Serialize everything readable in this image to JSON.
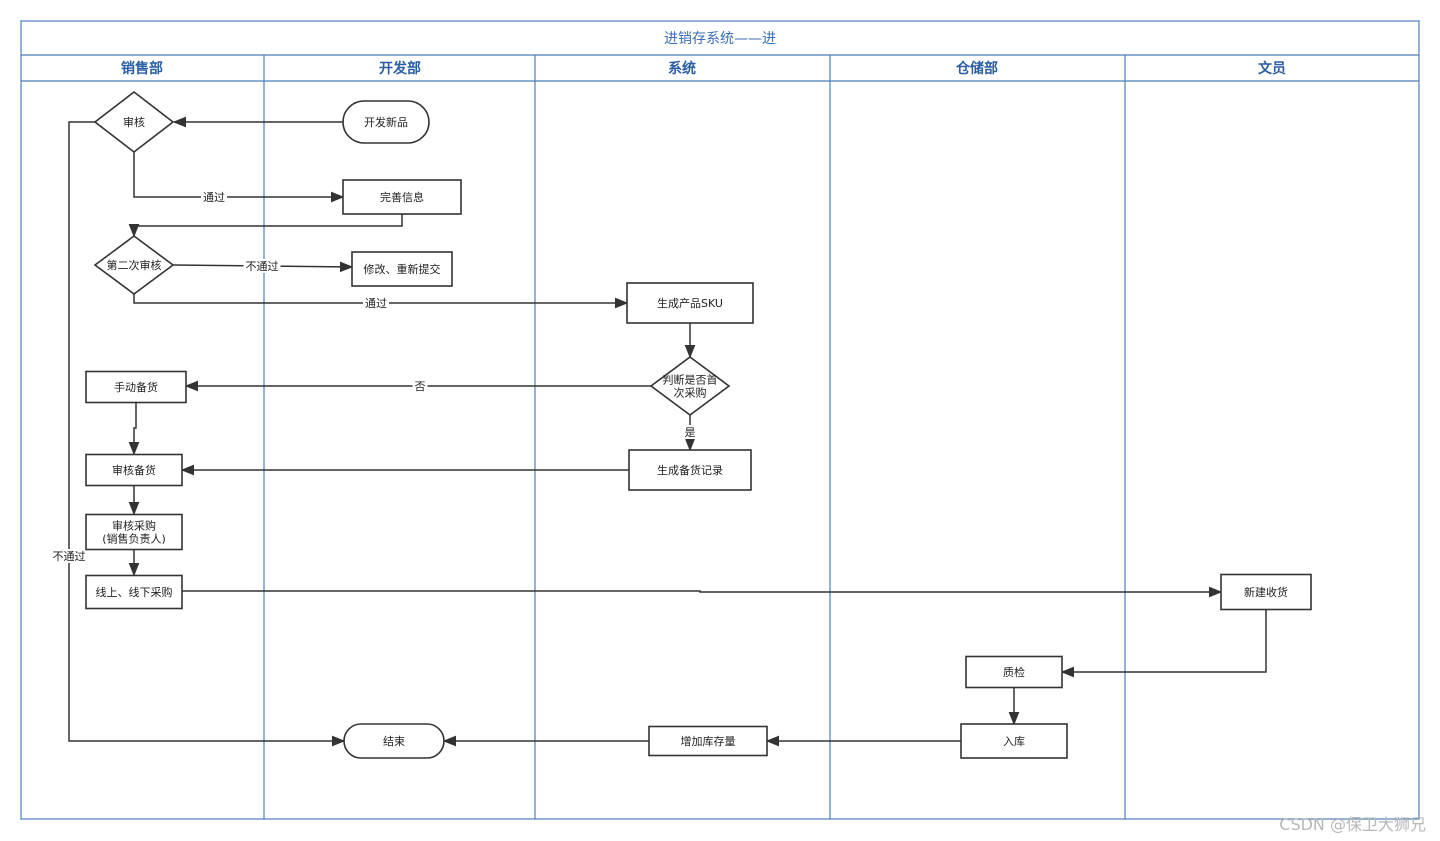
{
  "title": "进销存系统——进",
  "lanes": [
    {
      "id": "sales",
      "label": "销售部"
    },
    {
      "id": "dev",
      "label": "开发部"
    },
    {
      "id": "system",
      "label": "系统"
    },
    {
      "id": "warehouse",
      "label": "仓储部"
    },
    {
      "id": "clerk",
      "label": "文员"
    }
  ],
  "nodes": {
    "new_product": {
      "shape": "terminal",
      "lines": [
        "开发新品"
      ]
    },
    "review": {
      "shape": "decision",
      "lines": [
        "审核"
      ]
    },
    "complete_info": {
      "shape": "process",
      "lines": [
        "完善信息"
      ]
    },
    "second_review": {
      "shape": "decision",
      "lines": [
        "第二次审核"
      ]
    },
    "modify_resubmit": {
      "shape": "process",
      "lines": [
        "修改、重新提交"
      ]
    },
    "gen_sku": {
      "shape": "process",
      "lines": [
        "生成产品SKU"
      ]
    },
    "first_purchase": {
      "shape": "decision",
      "lines": [
        "判断是否首",
        "次采购"
      ]
    },
    "manual_stock": {
      "shape": "process",
      "lines": [
        "手动备货"
      ]
    },
    "gen_stock_record": {
      "shape": "process",
      "lines": [
        "生成备货记录"
      ]
    },
    "review_stock": {
      "shape": "process",
      "lines": [
        "审核备货"
      ]
    },
    "review_purchase": {
      "shape": "process",
      "lines": [
        "审核采购",
        "(销售负责人)"
      ]
    },
    "purchase": {
      "shape": "process",
      "lines": [
        "线上、线下采购"
      ]
    },
    "new_receipt": {
      "shape": "process",
      "lines": [
        "新建收货"
      ]
    },
    "qc": {
      "shape": "process",
      "lines": [
        "质检"
      ]
    },
    "inbound": {
      "shape": "process",
      "lines": [
        "入库"
      ]
    },
    "increase_stock": {
      "shape": "process",
      "lines": [
        "增加库存量"
      ]
    },
    "end": {
      "shape": "terminal",
      "lines": [
        "结束"
      ]
    }
  },
  "edges": [
    {
      "from": "new_product",
      "to": "review",
      "label": ""
    },
    {
      "from": "review",
      "to": "complete_info",
      "label": "通过"
    },
    {
      "from": "complete_info",
      "to": "second_review",
      "label": ""
    },
    {
      "from": "second_review",
      "to": "modify_resubmit",
      "label": "不通过"
    },
    {
      "from": "second_review",
      "to": "gen_sku",
      "label": "通过"
    },
    {
      "from": "gen_sku",
      "to": "first_purchase",
      "label": ""
    },
    {
      "from": "first_purchase",
      "to": "manual_stock",
      "label": "否"
    },
    {
      "from": "first_purchase",
      "to": "gen_stock_record",
      "label": "是"
    },
    {
      "from": "manual_stock",
      "to": "review_stock",
      "label": ""
    },
    {
      "from": "gen_stock_record",
      "to": "review_stock",
      "label": ""
    },
    {
      "from": "review_stock",
      "to": "review_purchase",
      "label": ""
    },
    {
      "from": "review_purchase",
      "to": "purchase",
      "label": ""
    },
    {
      "from": "purchase",
      "to": "new_receipt",
      "label": ""
    },
    {
      "from": "new_receipt",
      "to": "qc",
      "label": ""
    },
    {
      "from": "qc",
      "to": "inbound",
      "label": ""
    },
    {
      "from": "inbound",
      "to": "increase_stock",
      "label": ""
    },
    {
      "from": "increase_stock",
      "to": "end",
      "label": ""
    },
    {
      "from": "review",
      "to": "end",
      "label": "不通过"
    }
  ],
  "watermark": "CSDN @保卫大狮兄",
  "colors": {
    "frame": "#4a7ebb",
    "lane_title": "#2a5ea5",
    "node_stroke": "#333333"
  }
}
